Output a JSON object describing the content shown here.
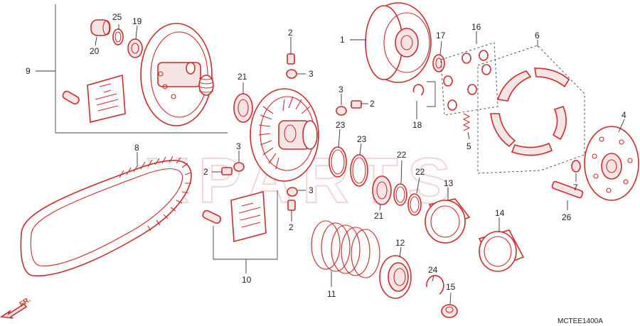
{
  "diagram": {
    "watermark": "XPARTS",
    "catalog_code": "MCTEE1400A",
    "direction_label": "FR.",
    "callouts": [
      {
        "id": "c1",
        "label": "1"
      },
      {
        "id": "c2a",
        "label": "2"
      },
      {
        "id": "c2b",
        "label": "2"
      },
      {
        "id": "c2c",
        "label": "2"
      },
      {
        "id": "c2d",
        "label": "2"
      },
      {
        "id": "c3a",
        "label": "3"
      },
      {
        "id": "c3b",
        "label": "3"
      },
      {
        "id": "c3c",
        "label": "3"
      },
      {
        "id": "c3d",
        "label": "3"
      },
      {
        "id": "c4",
        "label": "4"
      },
      {
        "id": "c5",
        "label": "5"
      },
      {
        "id": "c6",
        "label": "6"
      },
      {
        "id": "c7",
        "label": "7"
      },
      {
        "id": "c8",
        "label": "8"
      },
      {
        "id": "c9",
        "label": "9"
      },
      {
        "id": "c10",
        "label": "10"
      },
      {
        "id": "c11",
        "label": "11"
      },
      {
        "id": "c12",
        "label": "12"
      },
      {
        "id": "c13",
        "label": "13"
      },
      {
        "id": "c14",
        "label": "14"
      },
      {
        "id": "c15",
        "label": "15"
      },
      {
        "id": "c16",
        "label": "16"
      },
      {
        "id": "c17",
        "label": "17"
      },
      {
        "id": "c18",
        "label": "18"
      },
      {
        "id": "c19",
        "label": "19"
      },
      {
        "id": "c20",
        "label": "20"
      },
      {
        "id": "c21a",
        "label": "21"
      },
      {
        "id": "c21b",
        "label": "21"
      },
      {
        "id": "c22a",
        "label": "22"
      },
      {
        "id": "c22b",
        "label": "22"
      },
      {
        "id": "c23a",
        "label": "23"
      },
      {
        "id": "c23b",
        "label": "23"
      },
      {
        "id": "c24",
        "label": "24"
      },
      {
        "id": "c25",
        "label": "25"
      },
      {
        "id": "c26",
        "label": "26"
      }
    ]
  }
}
